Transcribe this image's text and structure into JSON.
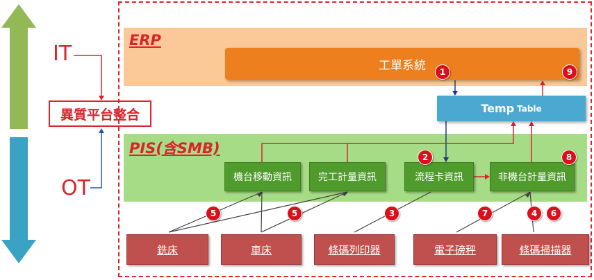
{
  "layers": {
    "erp": "ERP",
    "pis": "PIS(含SMB)"
  },
  "nodes": {
    "work_order": "工單系統",
    "temp_table_a": "Temp",
    "temp_table_b": "Table",
    "machine_move": "機台移動資訊",
    "finish_count": "完工計量資訊",
    "flow_card": "流程卡資訊",
    "non_machine_count": "非機台計量資訊",
    "milling": "銑床",
    "lathe": "車床",
    "barcode_printer": "條碼列印器",
    "scale": "電子磅秤",
    "barcode_scanner": "條碼掃描器"
  },
  "side": {
    "it": "IT",
    "ot": "OT",
    "hetero": "異質平台整合"
  },
  "badges": {
    "b1": "1",
    "b2": "2",
    "b3": "3",
    "b4": "4",
    "b5a": "5",
    "b5b": "5",
    "b6": "6",
    "b7": "7",
    "b8": "8",
    "b9": "9"
  },
  "colors": {
    "accent_red": "#d9242b",
    "erp_layer": "#fbc997",
    "erp_box": "#ee7f1f",
    "pis_layer": "#a7dc86",
    "pis_box": "#4f9b2c",
    "device_box": "#c0504d",
    "temp_table": "#4ba8d1",
    "it_arrow": "#92b955",
    "ot_arrow": "#3aa3c4"
  }
}
